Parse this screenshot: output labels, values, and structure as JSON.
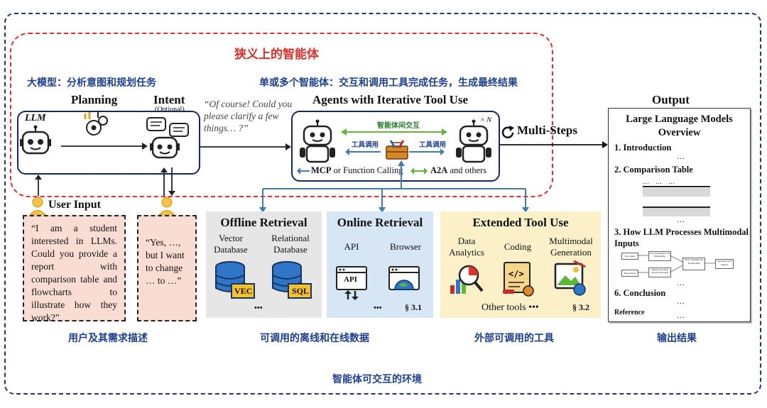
{
  "narrow_agent_title": "狭义上的智能体",
  "llm_section": {
    "cn_title": "大模型：分析意图和规划任务",
    "planning_label": "Planning",
    "intent_label": "Intent",
    "optional_label": "(Optional)",
    "llm_label": "LLM",
    "clarify_quote": "“Of course! Could you please clarify a few things… ?”"
  },
  "agents_section": {
    "cn_title": "单或多个智能体：交互和调用工具完成任务，生成最终结果",
    "title": "Agents with Iterative Tool Use",
    "inter_agent_label": "智能体间交互",
    "tool_call_left": "工具调用",
    "tool_call_right": "工具调用",
    "multiplier": "× N",
    "mcp_prefix": "MCP",
    "mcp_suffix": " or Function Calling",
    "a2a_prefix": "A2A",
    "a2a_suffix": " and others"
  },
  "multi_steps_label": "Multi-Steps",
  "user_input": {
    "title": "User Input",
    "quote1": "“I am a student interested in LLMs. Could you provide a report with comparison table and flowcharts to illustrate how they work?”",
    "quote2": "“Yes, …, but I want to change … to …”",
    "cn_caption": "用户及其需求描述"
  },
  "offline_retrieval": {
    "title": "Offline Retrieval",
    "vector_label": "Vector Database",
    "relational_label": "Relational Database",
    "vec_tag": "VEC",
    "sql_tag": "SQL",
    "ellipsis": "•••"
  },
  "online_retrieval": {
    "title": "Online Retrieval",
    "api_label": "API",
    "browser_label": "Browser",
    "api_tag": "API",
    "ellipsis": "•••",
    "section_ref": "§ 3.1"
  },
  "retrieval_cn_caption": "可调用的离线和在线数据",
  "extended_tools": {
    "title": "Extended Tool Use",
    "data_analytics_label": "Data Analytics",
    "coding_label": "Coding",
    "multimodal_label": "Multimodal Generation",
    "other_tools": "Other tools •••",
    "section_ref": "§ 3.2",
    "cn_caption": "外部可调用的工具"
  },
  "output": {
    "title": "Output",
    "doc_title": "Large Language Models Overview",
    "sec1": "1. Introduction",
    "dots1": "…",
    "sec2": "2. Comparison Table",
    "table_dots": "…    …    …",
    "dots2": "…",
    "sec3": "3. How LLM Processes Multimodal Inputs",
    "flow_text_input": "Text Input",
    "flow_text_tok": "Text Tokenization & Embedding",
    "flow_image_input": "Image Input",
    "flow_image_enc": "Image Encoding (Vision Features)",
    "flow_gpt": "GPT-4 Multimodal Transformer",
    "flow_output": "Generated Text Output",
    "dots3": "…",
    "sec6": "6. Conclusion",
    "dots4": "…",
    "reference": "Reference",
    "dots5": "…",
    "cn_caption": "输出结果"
  },
  "environment_caption": "智能体可交互的环境",
  "colors": {
    "navy": "#1c3f8f",
    "red": "#e0302a",
    "green": "#5db83a",
    "teal_arrow": "#3d7fae",
    "pink_bg": "#f9ddd3",
    "gray_panel": "#e6e6e6",
    "blue_panel": "#d6e6f5",
    "yellow_panel": "#fbf0c8"
  }
}
